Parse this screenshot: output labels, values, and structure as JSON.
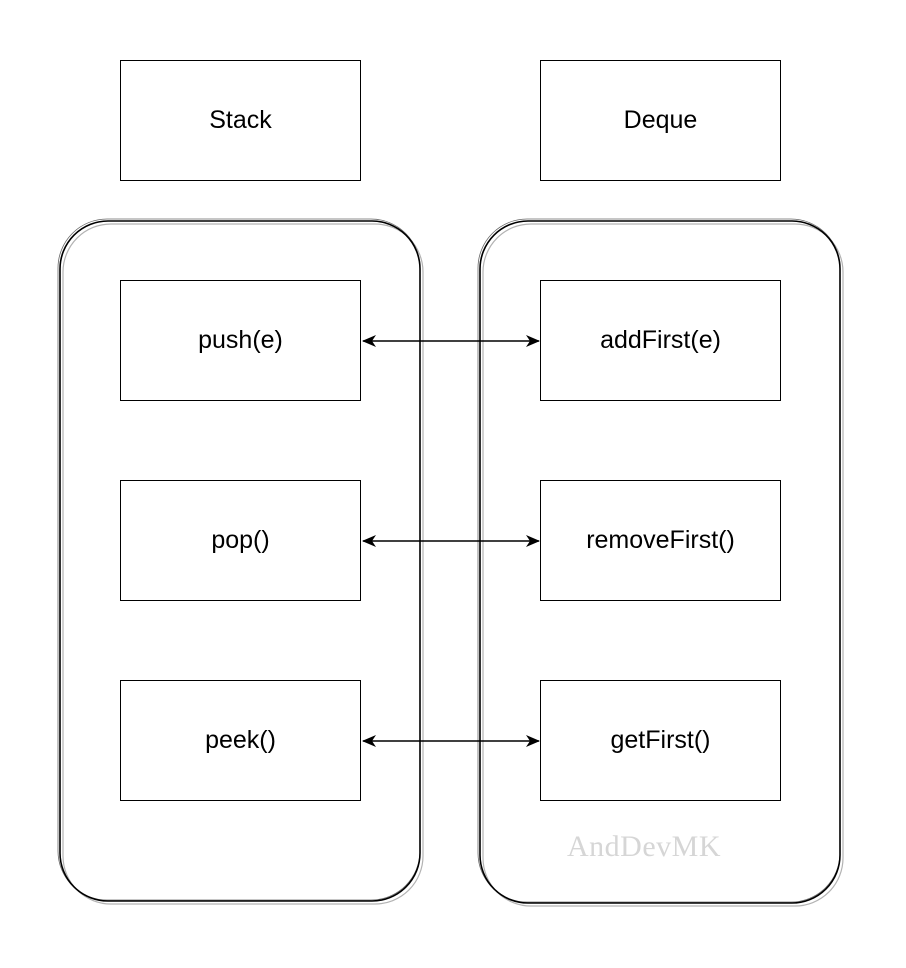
{
  "headers": {
    "left": "Stack",
    "right": "Deque"
  },
  "mappings": [
    {
      "stack": "push(e)",
      "deque": "addFirst(e)"
    },
    {
      "stack": "pop()",
      "deque": "removeFirst()"
    },
    {
      "stack": "peek()",
      "deque": "getFirst()"
    }
  ],
  "watermark": "AndDevMK",
  "colors": {
    "stroke": "#000000",
    "container_shadow": "#b3b3b3",
    "watermark": "#d6d6d6"
  }
}
